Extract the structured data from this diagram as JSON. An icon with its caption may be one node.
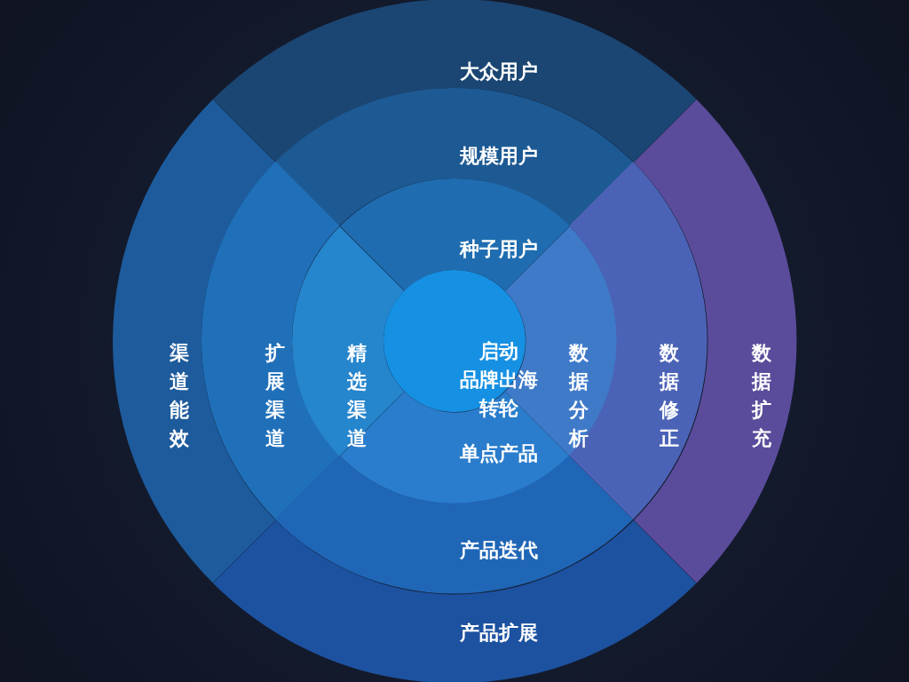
{
  "diagram": {
    "nodes": [
      {
        "text": [
          "大众用户"
        ]
      },
      {
        "text": [
          "规模用户"
        ]
      },
      {
        "text": [
          "种子用户"
        ]
      },
      {
        "text": [
          "渠道能效"
        ]
      },
      {
        "text": [
          "扩展渠道"
        ]
      },
      {
        "text": [
          "精选渠道"
        ]
      },
      {
        "text": [
          "启动品牌出海转轮"
        ]
      },
      {
        "text": [
          "数据分析"
        ]
      },
      {
        "text": [
          "数据修正"
        ]
      },
      {
        "text": [
          "数据扩充"
        ]
      },
      {
        "text": [
          "单点产品"
        ]
      },
      {
        "text": [
          "产品迭代"
        ]
      },
      {
        "text": [
          "产品扩展"
        ]
      }
    ]
  }
}
